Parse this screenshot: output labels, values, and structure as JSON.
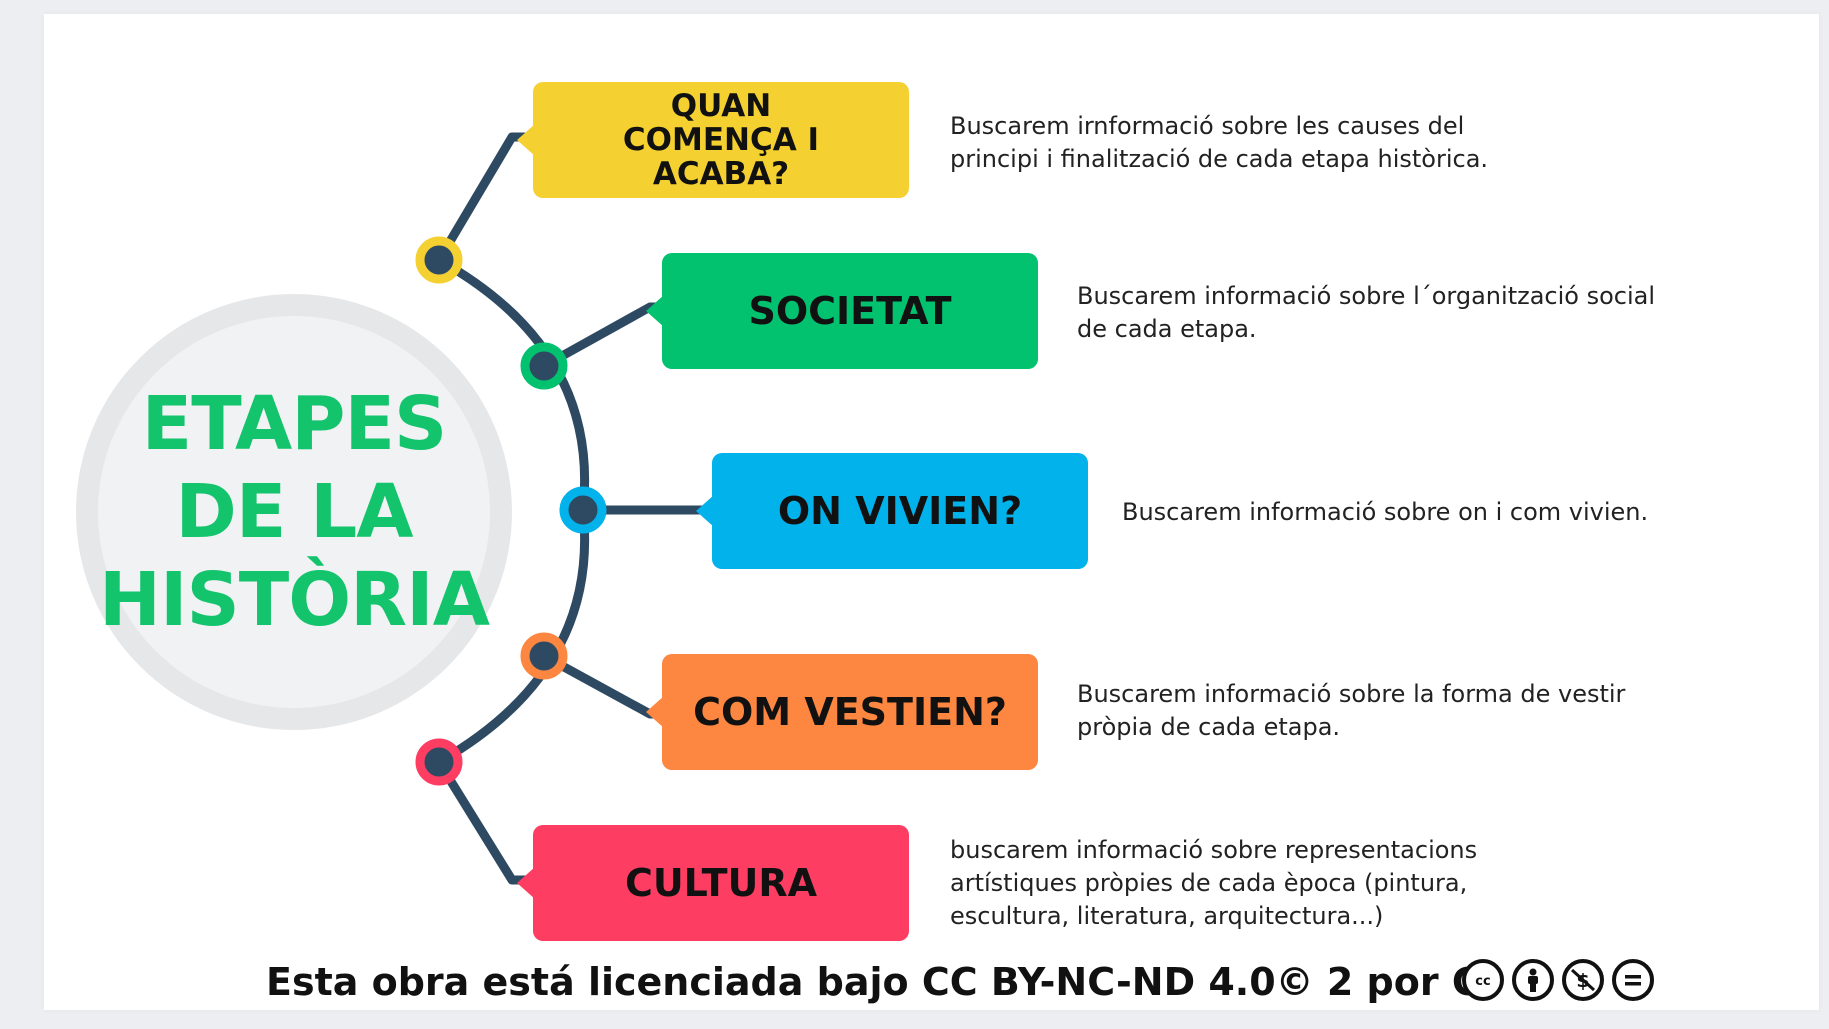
{
  "title": {
    "line1": "ETAPES",
    "line2": "DE LA",
    "line3": "HISTÒRIA"
  },
  "steps": [
    {
      "label_lines": [
        "QUAN",
        "COMENÇA I",
        "ACABA?"
      ],
      "color": "#f4d030",
      "desc_lines": [
        "Buscarem irnformació sobre les causes del",
        "principi i finalització de cada etapa històrica."
      ]
    },
    {
      "label": "SOCIETAT",
      "color": "#02c270",
      "desc_lines": [
        "Buscarem informació sobre l´organització social",
        "de cada etapa."
      ]
    },
    {
      "label": "ON VIVIEN?",
      "color": "#02b2ea",
      "desc_lines": [
        "Buscarem informació sobre on i com vivien."
      ]
    },
    {
      "label": "COM VESTIEN?",
      "color": "#fd8640",
      "desc_lines": [
        "Buscarem informació sobre la forma de vestir",
        "pròpia de cada etapa."
      ]
    },
    {
      "label": "CULTURA",
      "color": "#fe3d63",
      "desc_lines": [
        "buscarem informació sobre representacions",
        "artístiques pròpies de cada època (pintura,",
        "escultura, literatura, arquitectura...)"
      ]
    }
  ],
  "license": {
    "text": "Esta obra está licenciada bajo CC BY-NC-ND 4.0© 2 por C",
    "icons": [
      "cc-icon",
      "by-icon",
      "nc-icon",
      "nd-icon"
    ]
  },
  "colors": {
    "title": "#14c46d",
    "connector": "#2e4a62",
    "node_inner": "#2e4a62"
  }
}
